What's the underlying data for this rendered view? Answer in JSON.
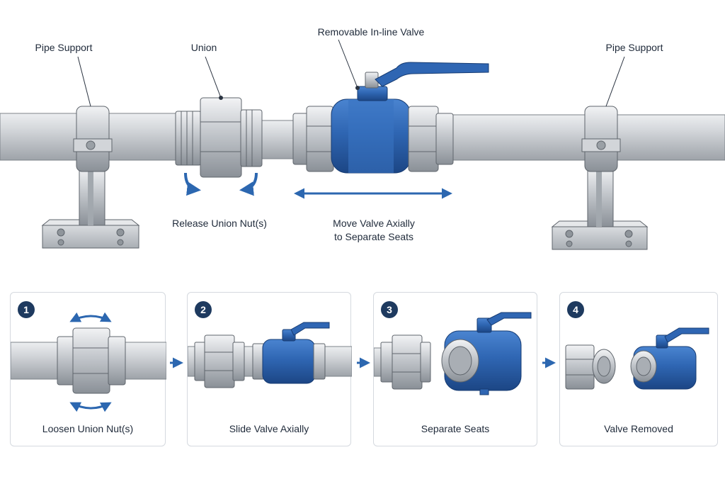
{
  "colors": {
    "pipe": "#c3c7cc",
    "steel_dark": "#6f757c",
    "valve_blue": "#2f66b3",
    "valve_dark": "#1f4d8f",
    "arrow_blue": "#2c67b0",
    "badge": "#1e3a5f"
  },
  "callouts": {
    "pipe_support_left": "Pipe Support",
    "union": "Union",
    "valve": "Removable In-line Valve",
    "pipe_support_right": "Pipe Support"
  },
  "actions": {
    "release": "Release Union Nut(s)",
    "move_line1": "Move Valve Axially",
    "move_line2": "to Separate Seats"
  },
  "steps": [
    {
      "number": "1",
      "caption": "Loosen Union Nut(s)"
    },
    {
      "number": "2",
      "caption": "Slide Valve Axially"
    },
    {
      "number": "3",
      "caption": "Separate Seats"
    },
    {
      "number": "4",
      "caption": "Valve Removed"
    }
  ]
}
